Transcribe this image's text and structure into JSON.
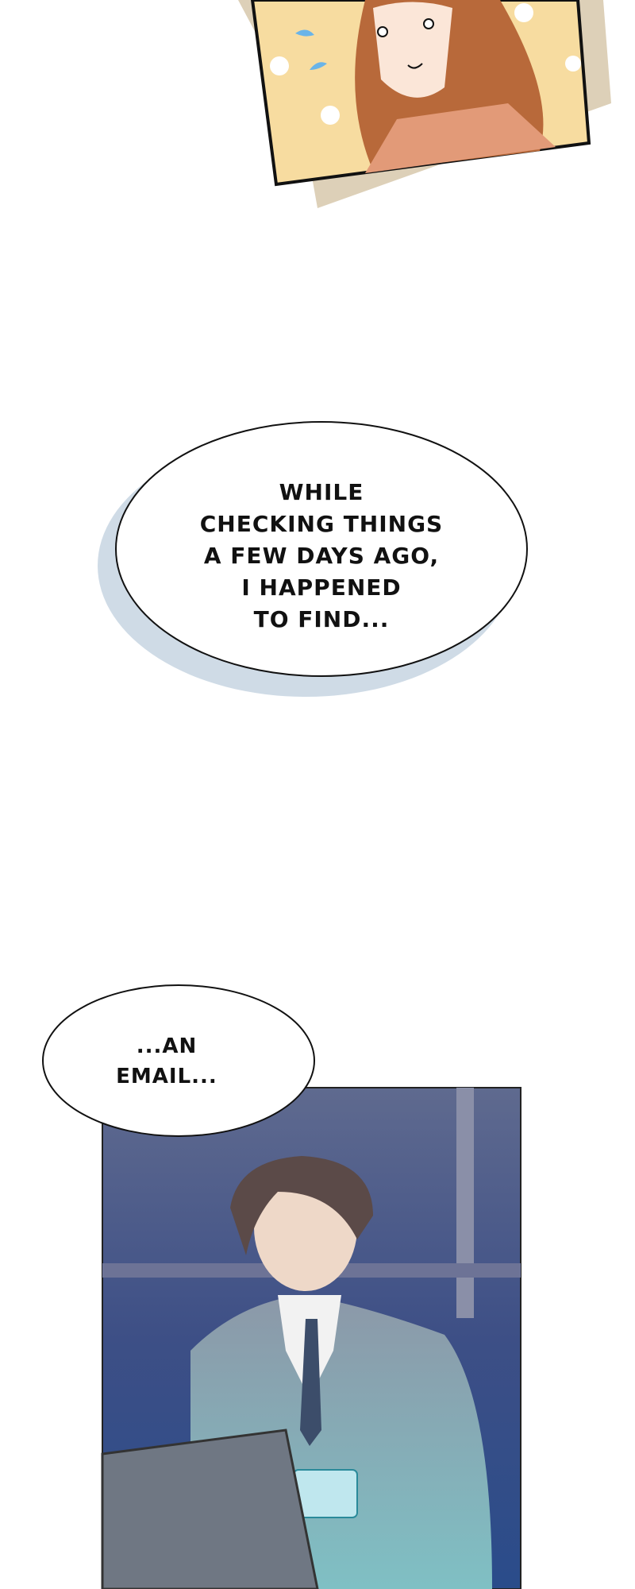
{
  "panels": [
    {
      "id": "top-panel",
      "description_colors": {
        "background": "#f7dca0",
        "hair": "#b8693a",
        "shirt": "#e29a78"
      }
    },
    {
      "id": "bottom-panel",
      "description_colors": {
        "background": "#3f4f7a",
        "suit": "#8fa5a8"
      }
    }
  ],
  "bubbles": [
    {
      "lines": [
        "WHILE",
        "CHECKING THINGS",
        "A FEW DAYS AGO,",
        "I HAPPENED",
        "TO FIND..."
      ],
      "shadow_color": "#cfdbe6"
    },
    {
      "lines": [
        "...AN",
        "EMAIL..."
      ]
    }
  ]
}
